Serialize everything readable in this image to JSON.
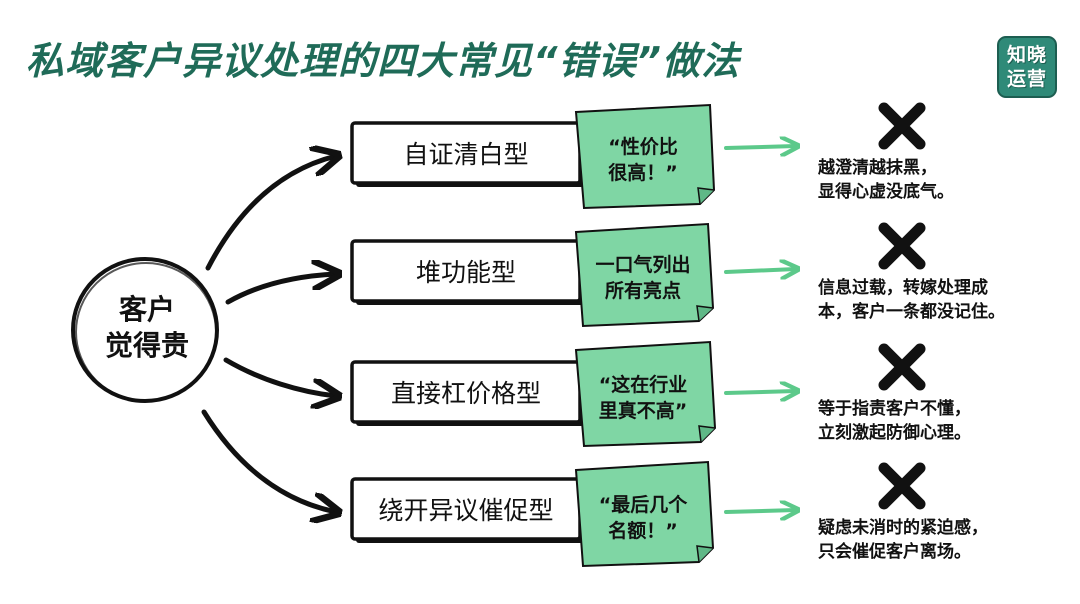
{
  "title": "私域客户异议处理的四大常见“错误”做法",
  "logo": {
    "line1": "知晓",
    "line2": "运营"
  },
  "center": {
    "line1": "客户",
    "line2": "觉得贵"
  },
  "rows": [
    {
      "method": "自证清白型",
      "note_line1": "“性价比",
      "note_line2": "很高！”",
      "result_line1": "越澄清越抹黑，",
      "result_line2": "显得心虚没底气。"
    },
    {
      "method": "堆功能型",
      "note_line1": "一口气列出",
      "note_line2": "所有亮点",
      "result_line1": "信息过载，转嫁处理成",
      "result_line2": "本，客户一条都没记住。"
    },
    {
      "method": "直接杠价格型",
      "note_line1": "“这在行业",
      "note_line2": "里真不高”",
      "result_line1": "等于指责客户不懂，",
      "result_line2": "立刻激起防御心理。"
    },
    {
      "method": "绕开异议催促型",
      "note_line1": "“最后几个",
      "note_line2": "名额！”",
      "result_line1": "疑虑未消时的紧迫感，",
      "result_line2": "只会催促客户离场。"
    }
  ],
  "colors": {
    "title": "#1f6b58",
    "note_fill": "#7fd6a4",
    "arrow_green": "#5cc98a",
    "logo_bg": "#2f8a78",
    "ink": "#111111"
  },
  "icons": {
    "wrong_mark": "cross-x-icon",
    "connector": "arrow-icon"
  }
}
